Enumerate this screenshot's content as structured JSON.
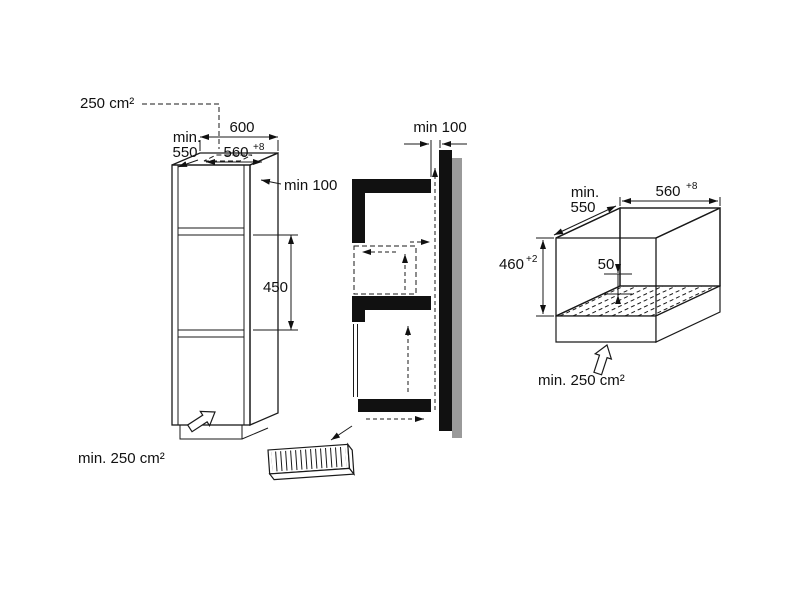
{
  "figure": {
    "background_color": "#ffffff",
    "line_color": "#1a1a1a",
    "fill_black": "#111111",
    "wall_shadow_color": "#9a9a9a"
  },
  "tall_cabinet_view": {
    "top_vent_area": "250 cm²",
    "depth_min": "min.",
    "depth_value": "550",
    "cabinet_width": "600",
    "niche_width": "560",
    "niche_width_tolerance": "+8",
    "rear_clearance": "min 100",
    "niche_height": "450",
    "base_vent_area": "min. 250 cm²"
  },
  "wall_section_view": {
    "rear_gap": "min 100"
  },
  "compact_niche_view": {
    "depth_min": "min.",
    "depth_value": "550",
    "niche_width": "560",
    "niche_width_tolerance": "+8",
    "niche_height": "460",
    "niche_height_tolerance": "+2",
    "bottom_rear_gap": "50",
    "base_vent_area": "min. 250 cm²"
  }
}
